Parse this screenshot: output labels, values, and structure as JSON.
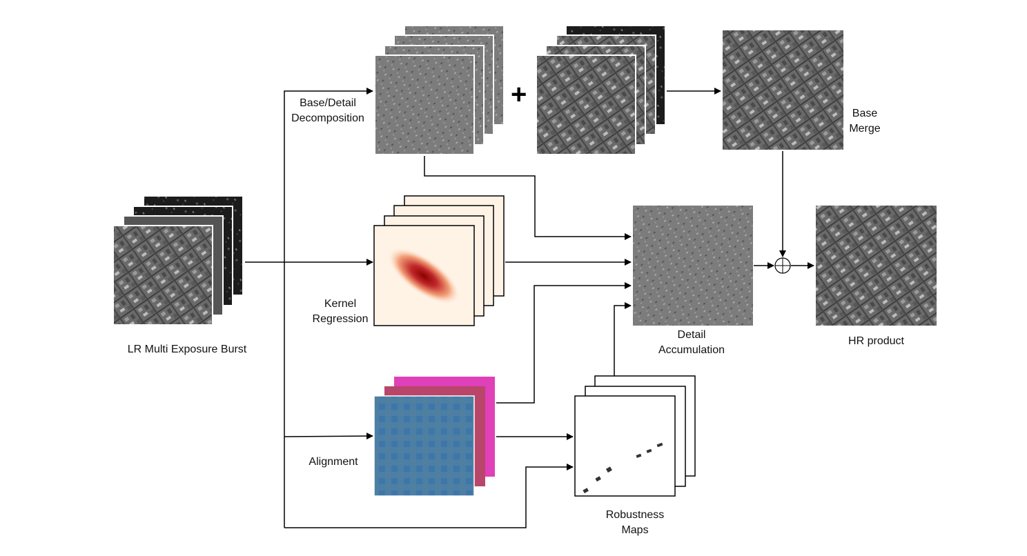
{
  "labels": {
    "lr_burst": "LR Multi Exposure Burst",
    "decomposition_1": "Base/Detail",
    "decomposition_2": "Decomposition",
    "base_merge_1": "Base",
    "base_merge_2": "Merge",
    "kernel_1": "Kernel",
    "kernel_2": "Regression",
    "detail_1": "Detail",
    "detail_2": "Accumulation",
    "hr_product": "HR product",
    "alignment": "Alignment",
    "robustness_1": "Robustness",
    "robustness_2": "Maps"
  },
  "symbols": {
    "plus": "+",
    "oplus": "⊕"
  },
  "colors": {
    "arrow": "#000000",
    "kernel_peak": "#8b0000",
    "kernel_bg": "#fff3e6",
    "alignment_blue": "#4a7fa8",
    "alignment_magenta": "#e040b8"
  }
}
